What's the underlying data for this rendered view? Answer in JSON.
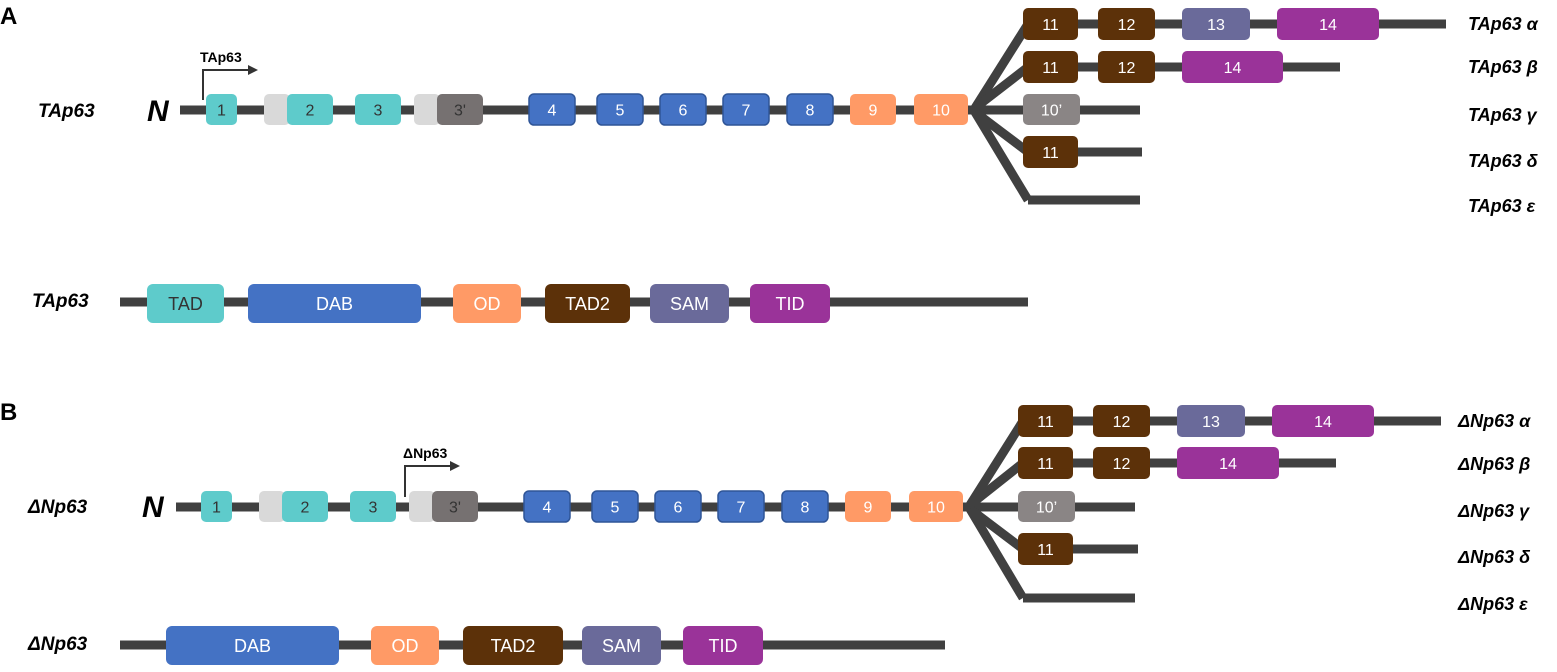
{
  "panels": [
    {
      "letter": "A",
      "gene_label": "TAp63",
      "n_terminal": "N",
      "promoter_label": "TAp63",
      "core_exons": [
        "1",
        "2",
        "3",
        "3'",
        "4",
        "5",
        "6",
        "7",
        "8",
        "9",
        "10"
      ],
      "isoforms": [
        {
          "label": "TAp63 α",
          "exons": [
            "11",
            "12",
            "13",
            "14"
          ]
        },
        {
          "label": "TAp63 β",
          "exons": [
            "11",
            "12",
            "14"
          ]
        },
        {
          "label": "TAp63 γ",
          "exons": [
            "10’"
          ]
        },
        {
          "label": "TAp63 δ",
          "exons": [
            "11"
          ]
        },
        {
          "label": "TAp63 ε",
          "exons": []
        }
      ],
      "protein_label": "TAp63",
      "domains": [
        "TAD",
        "DAB",
        "OD",
        "TAD2",
        "SAM",
        "TID"
      ]
    },
    {
      "letter": "B",
      "gene_label": "ΔNp63",
      "n_terminal": "N",
      "promoter_label": "ΔNp63",
      "core_exons": [
        "1",
        "2",
        "3",
        "3'",
        "4",
        "5",
        "6",
        "7",
        "8",
        "9",
        "10"
      ],
      "isoforms": [
        {
          "label": "ΔNp63 α",
          "exons": [
            "11",
            "12",
            "13",
            "14"
          ]
        },
        {
          "label": "ΔNp63 β",
          "exons": [
            "11",
            "12",
            "14"
          ]
        },
        {
          "label": "ΔNp63 γ",
          "exons": [
            "10’"
          ]
        },
        {
          "label": "ΔNp63 δ",
          "exons": [
            "11"
          ]
        },
        {
          "label": "ΔNp63 ε",
          "exons": []
        }
      ],
      "protein_label": "ΔNp63",
      "domains": [
        "DAB",
        "OD",
        "TAD2",
        "SAM",
        "TID"
      ]
    }
  ],
  "colors": {
    "line": "#404040",
    "tad_teal": "#5ECBCB",
    "dab_blue": "#4472C4",
    "od_orange": "#FF9A66",
    "tad2_brown": "#5C3109",
    "sam_slate": "#6A6A9A",
    "tid_purple": "#9A3399",
    "exon3p_grey": "#767171",
    "alt_10_grey": "#8A8585",
    "light_grey": "#D9D9D9",
    "label_dark": "#333333",
    "label_white": "#ffffff"
  }
}
